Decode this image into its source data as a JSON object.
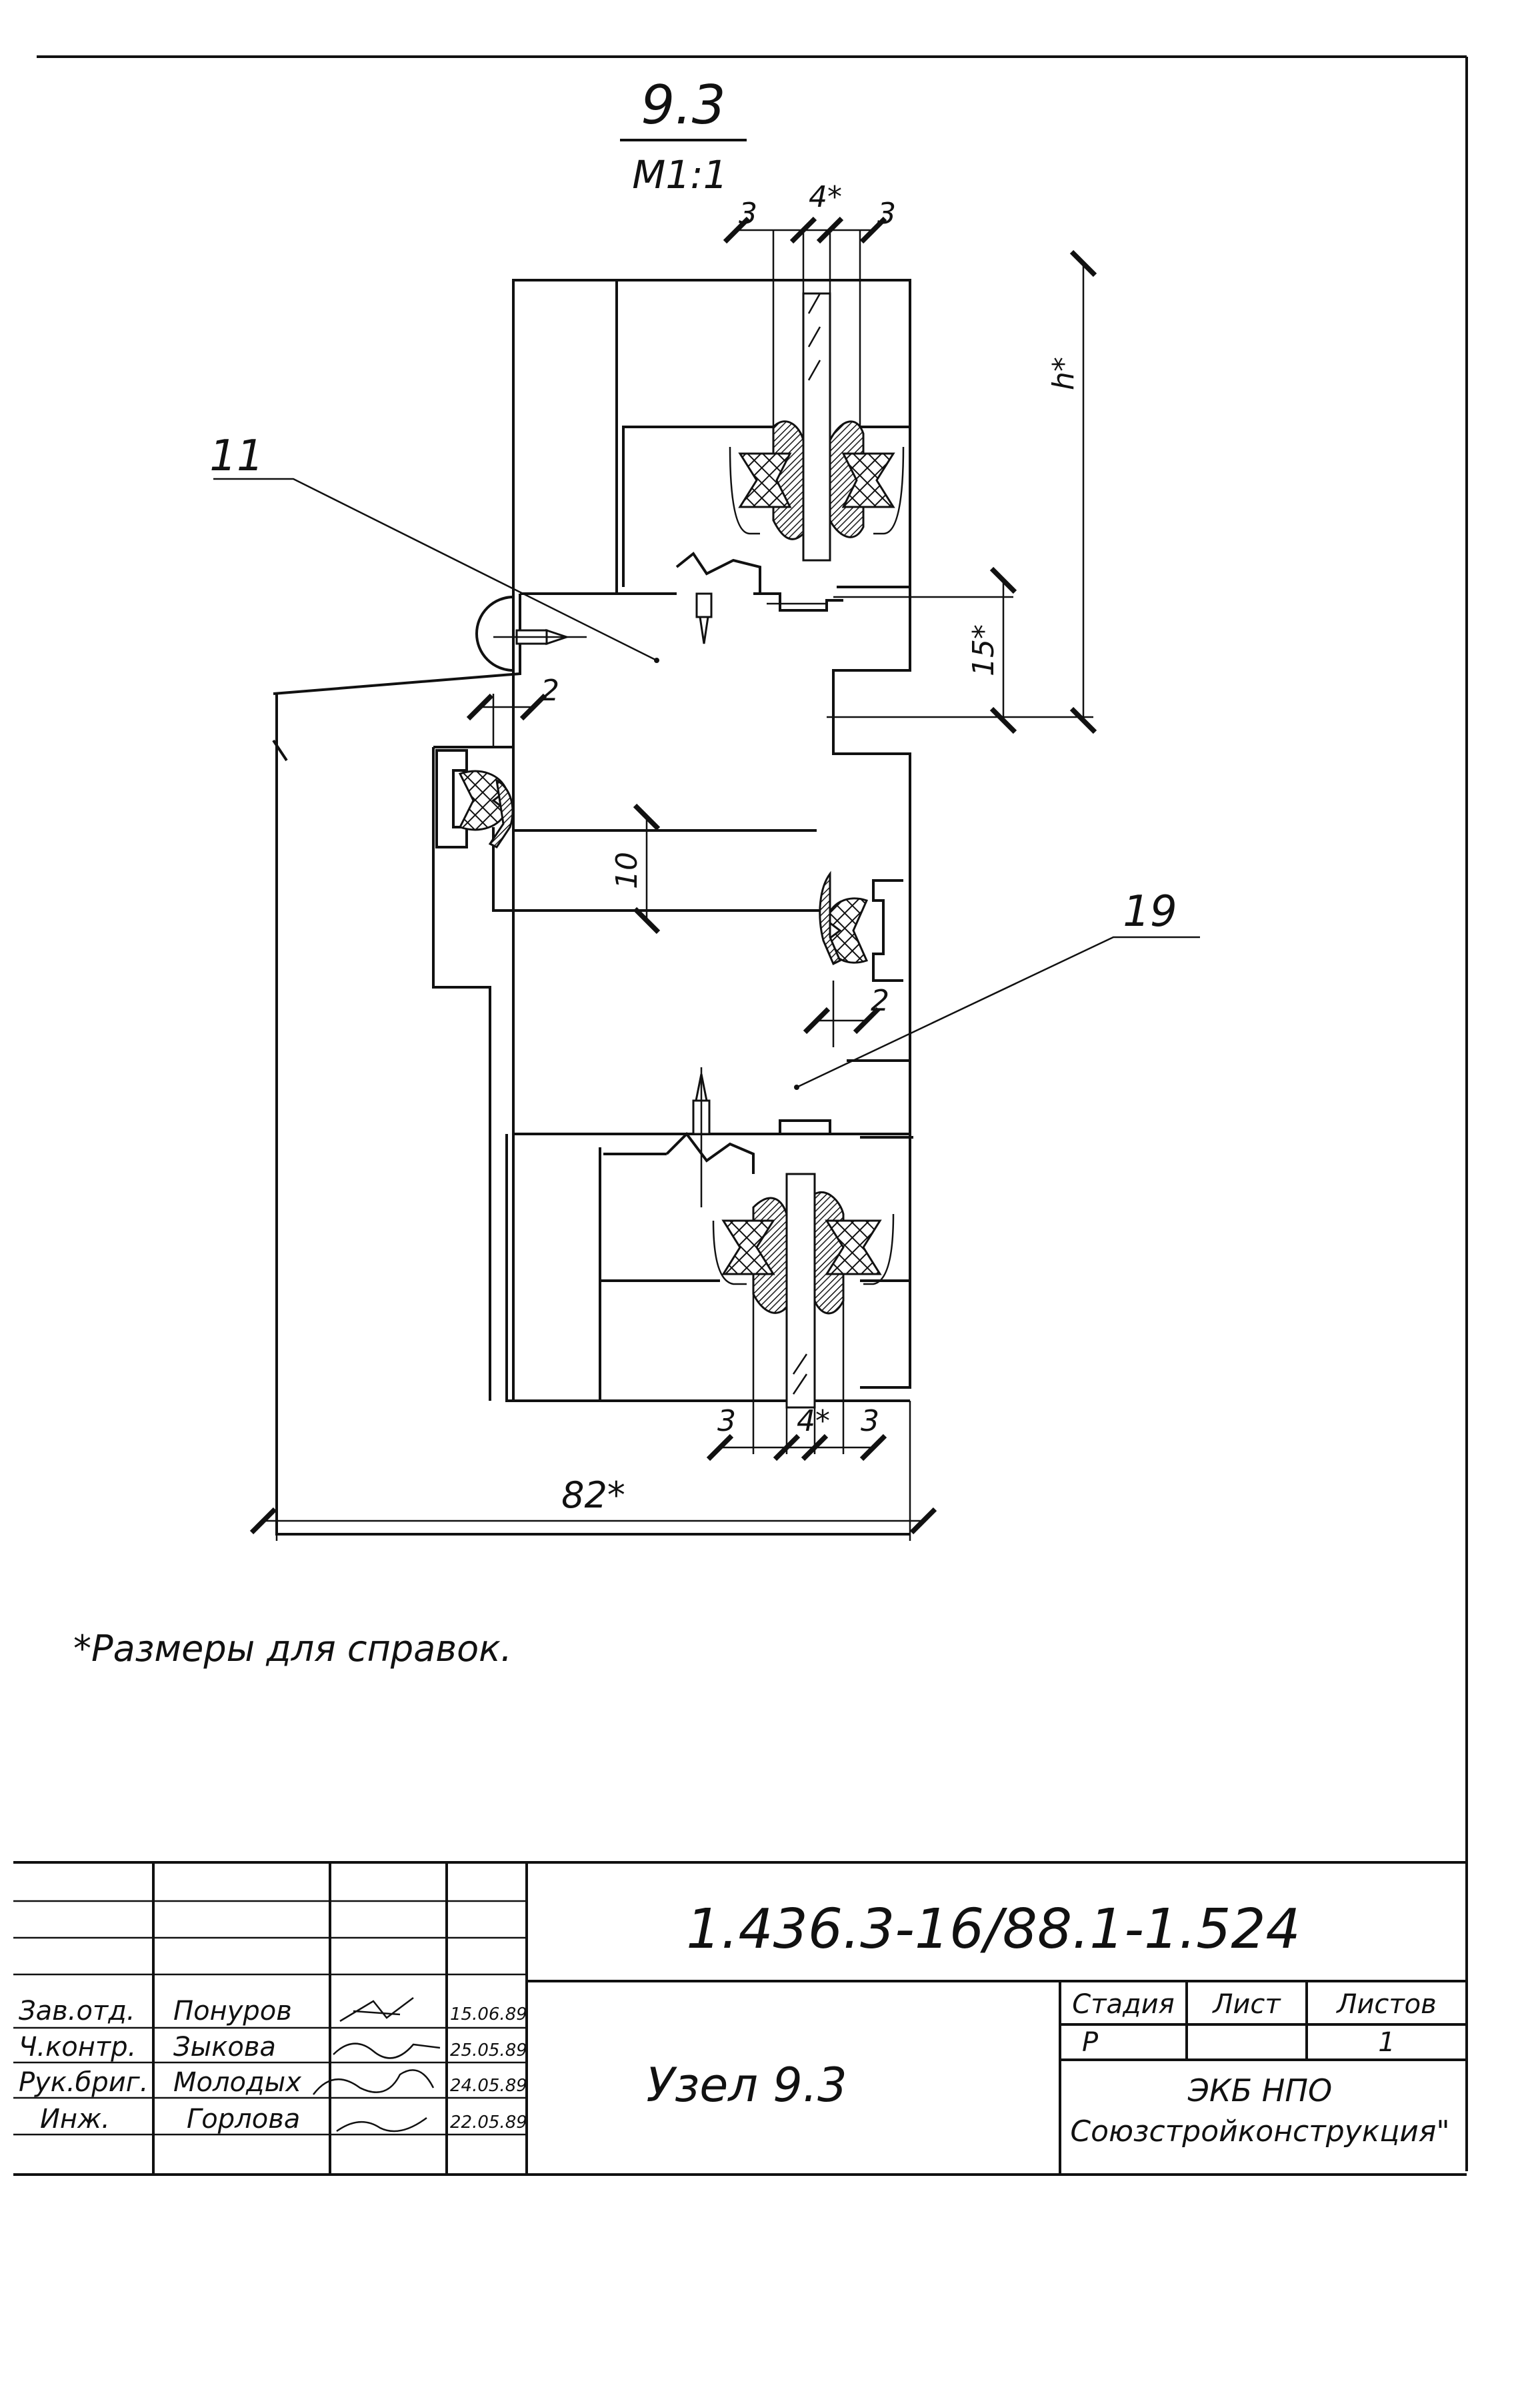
{
  "drawing": {
    "title": "9.3",
    "scale": "M1:1",
    "callouts": {
      "part_a": "11",
      "part_b": "19"
    },
    "dimensions": {
      "top_gap_left": "3",
      "top_glass": "4*",
      "top_gap_right": "3",
      "height": "h*",
      "offset": "15*",
      "left_gap": "2",
      "step": "10",
      "right_gap": "2",
      "bottom_gap_left": "3",
      "bottom_glass": "4*",
      "bottom_gap_right": "3",
      "overall_width": "82*"
    },
    "note": "*Размеры для справок."
  },
  "title_block": {
    "document_code": "1.436.3-16/88.1-1.524",
    "sheet_name": "Узел 9.3",
    "headers": {
      "stage": "Стадия",
      "sheet": "Лист",
      "sheets": "Листов"
    },
    "values": {
      "stage": "Р",
      "sheet": "",
      "sheets": "1"
    },
    "organization_line1": "ЭКБ НПО",
    "organization_line2": "Союзстройконструкция\"",
    "signatures": [
      {
        "role": "Зав.отд.",
        "name": "Понуров",
        "date": "15.06.89"
      },
      {
        "role": "Ч.контр.",
        "name": "Зыкова",
        "date": "25.05.89"
      },
      {
        "role": "Рук.бриг.",
        "name": "Молодых",
        "date": "24.05.89"
      },
      {
        "role": "Инж.",
        "name": "Горлова",
        "date": "22.05.89"
      }
    ]
  }
}
